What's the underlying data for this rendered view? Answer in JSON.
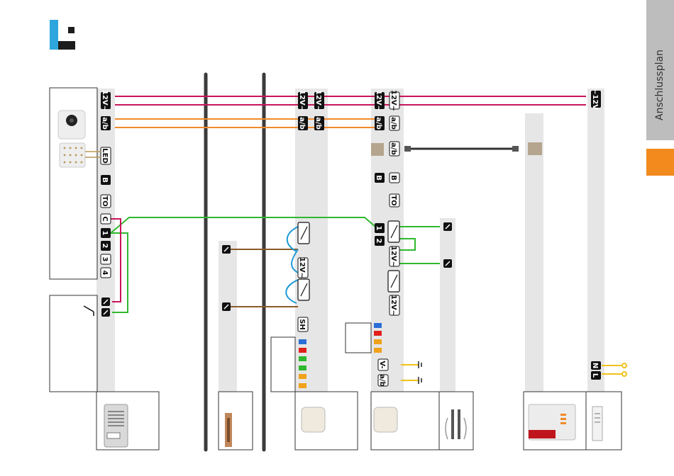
{
  "header": {
    "logo": "logo-mark-icon"
  },
  "sidebar": {
    "label": "Anschlussplan",
    "tab_color": "#bdbdbd",
    "accent_color": "#f28a1d"
  },
  "colors": {
    "power_wire": "#c8155b",
    "bus_wire": "#f08a2a",
    "switch_wire": "#2fb82f",
    "lock_wire": "#8b5a2b",
    "relay_wire": "#1e9ad6",
    "mains_wire": "#f0c21a",
    "column_bg": "#e6e6e6",
    "separator": "#3b3b3b"
  },
  "terminals": {
    "ac12": "12V~",
    "ab": "a/b",
    "led": "LED",
    "b": "B",
    "to": "TO",
    "c": "C",
    "t1": "1",
    "t2": "2",
    "t3": "3",
    "t4": "4",
    "sh": "SH",
    "ac12_rev": "~12V",
    "v_minus": "V-",
    "n": "N",
    "l": "L"
  },
  "devices": [
    {
      "name": "door-station",
      "icon": "door-station-icon"
    },
    {
      "name": "door-opener",
      "icon": "door-opener-icon"
    },
    {
      "name": "indoor-station-1",
      "icon": "indoor-station-icon"
    },
    {
      "name": "indoor-station-2",
      "icon": "indoor-station-icon"
    },
    {
      "name": "door-gong",
      "icon": "gong-icon"
    },
    {
      "name": "control-unit",
      "icon": "control-unit-icon"
    },
    {
      "name": "power-supply",
      "icon": "power-supply-icon"
    }
  ]
}
